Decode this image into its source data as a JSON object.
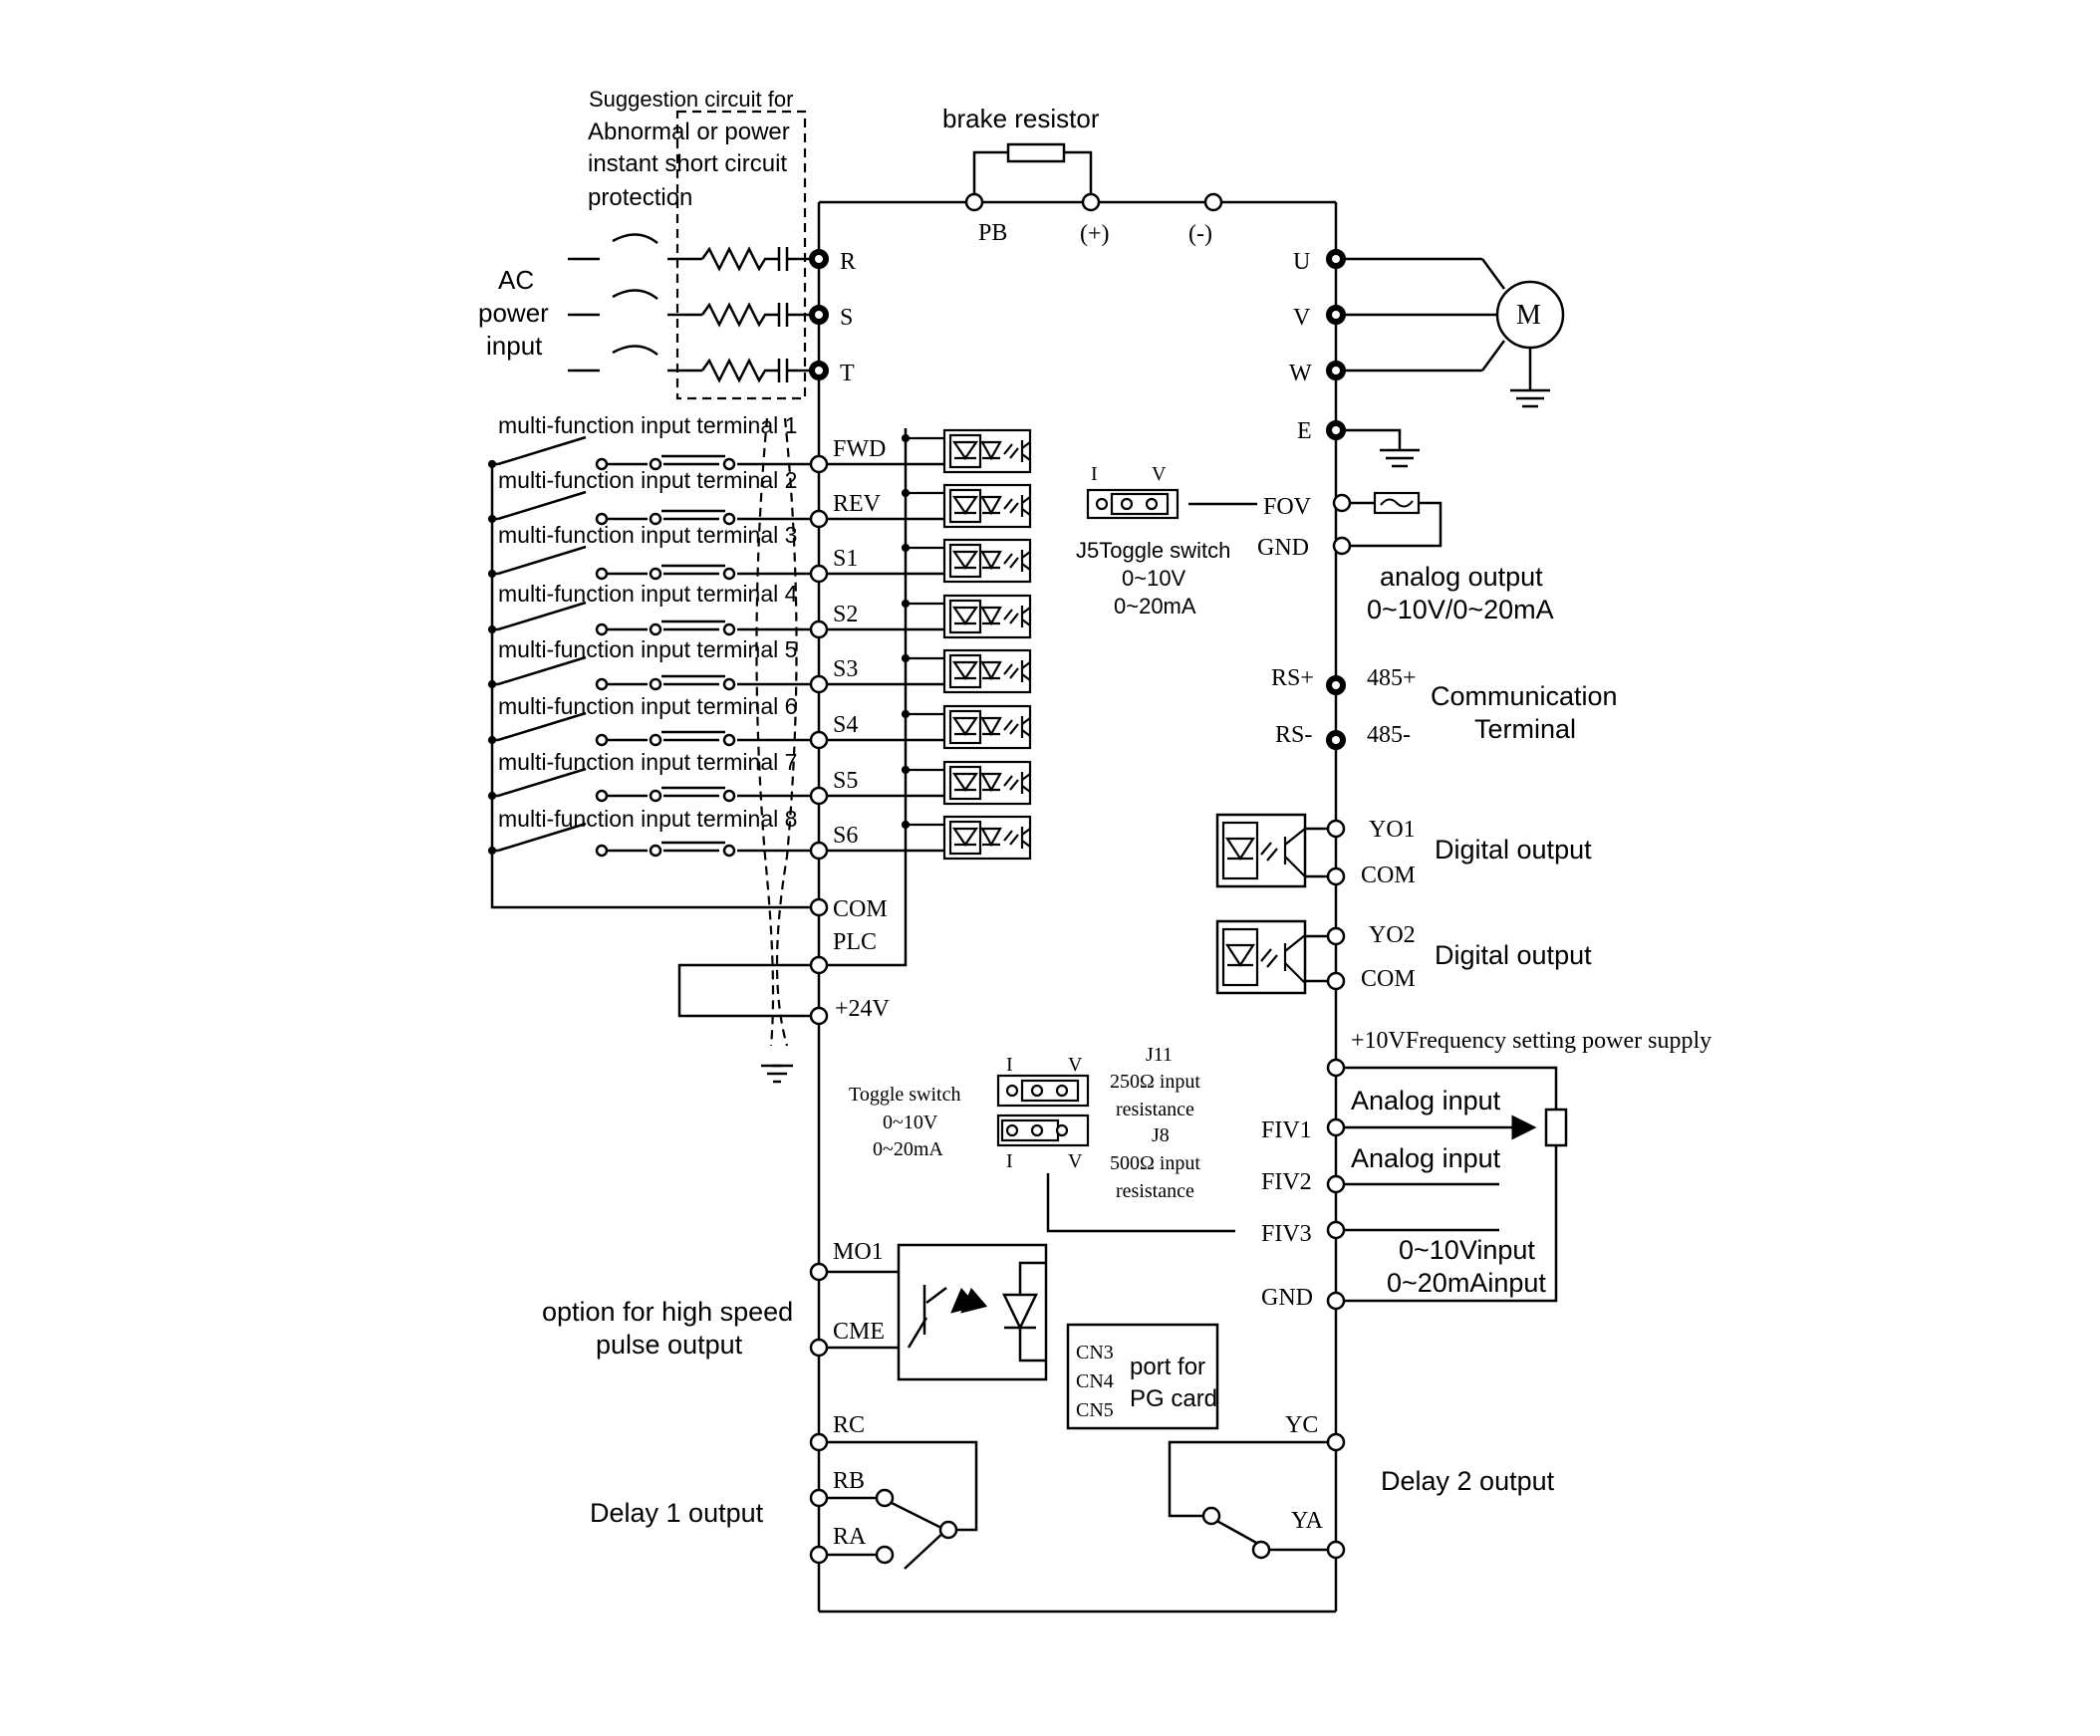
{
  "labels": {
    "suggestion": [
      "Suggestion circuit for",
      "Abnormal or power",
      "instant short circuit",
      "protection"
    ],
    "brake_resistor": "brake resistor",
    "dc_bus": [
      "PB",
      "(+)",
      "(-)"
    ],
    "ac_input": [
      "AC",
      "power",
      "input"
    ],
    "phase_terminals": [
      "R",
      "S",
      "T"
    ],
    "motor_terminals": [
      "U",
      "V",
      "W"
    ],
    "motor": "M",
    "earth_terminal": "E",
    "mf_inputs": [
      "multi-function input terminal 1",
      "multi-function input terminal 2",
      "multi-function input terminal 3",
      "multi-function input terminal 4",
      "multi-function input terminal 5",
      "multi-function input terminal 6",
      "multi-function input terminal 7",
      "multi-function input terminal 8"
    ],
    "input_terminals": [
      "FWD",
      "REV",
      "S1",
      "S2",
      "S3",
      "S4",
      "S5",
      "S6"
    ],
    "com": "COM",
    "plc": "PLC",
    "p24v": "+24V",
    "j5_i": "I",
    "j5_v": "V",
    "j5_caption": [
      "J5Toggle switch",
      "0~10V",
      "0~20mA"
    ],
    "fov": "FOV",
    "gnd": "GND",
    "analog_output": [
      "analog output",
      "0~10V/0~20mA"
    ],
    "rs_plus": "RS+",
    "rs_minus": "RS-",
    "p485": "485+",
    "m485": "485-",
    "comm_terminal": [
      "Communication",
      "Terminal"
    ],
    "yo1": "YO1",
    "yo2": "YO2",
    "digital_output": "Digital output",
    "freq_supply": "+10VFrequency setting power supply",
    "analog_input": "Analog input",
    "fiv": [
      "FIV1",
      "FIV2",
      "FIV3"
    ],
    "ai_range": [
      "0~10Vinput",
      "0~20mAinput"
    ],
    "toggle_caption": [
      "Toggle switch",
      "0~10V",
      "0~20mA"
    ],
    "j11": [
      "J11",
      "250Ω input",
      "resistance"
    ],
    "j8": [
      "J8",
      "500Ω input",
      "resistance"
    ],
    "mo1": "MO1",
    "cme": "CME",
    "hs_pulse": [
      "option for high speed",
      "pulse output"
    ],
    "cn": [
      "CN3",
      "CN4",
      "CN5"
    ],
    "pg_card": [
      "port for",
      "PG card"
    ],
    "rc": "RC",
    "rb": "RB",
    "ra": "RA",
    "yc": "YC",
    "ya": "YA",
    "delay1": "Delay 1 output",
    "delay2": "Delay 2 output"
  }
}
